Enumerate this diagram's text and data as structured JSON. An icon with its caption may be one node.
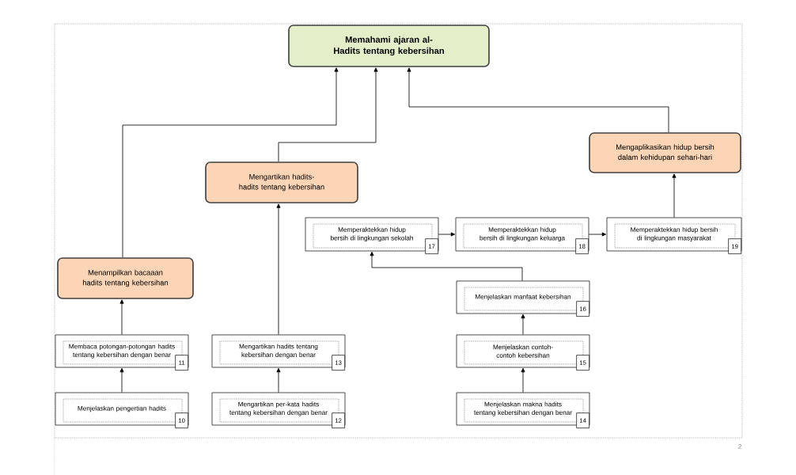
{
  "diagram": {
    "nodes": [
      {
        "text": [
          "Memahami ajaran al-Hadits tentang kebersihan"
        ]
      },
      {
        "text": [
          "Mengaplikasikan hidup bersih dalam kehidupan sehari-hari"
        ]
      },
      {
        "text": [
          "Mengartikan hadits-hadits tentang kebersihan"
        ]
      },
      {
        "text": [
          "Menampilkan bacaaan hadits tentang kebersihan"
        ]
      },
      {
        "text": [
          "Memperaktekkan hidup bersih di lingkungan sekolah",
          "17"
        ]
      },
      {
        "text": [
          "Memperaktekkan hidup bersih di lingkungan keluarga",
          "18"
        ]
      },
      {
        "text": [
          "Memperaktekkan hidup bersih di lingkungan masyarakat",
          "19"
        ]
      },
      {
        "text": [
          "Menjelaskan manfaat kebersihan",
          "16"
        ]
      },
      {
        "text": [
          "Membaca potongan-potongan hadits tentang kebersihan dengan benar",
          "11"
        ]
      },
      {
        "text": [
          "Mengartikan hadits tentang kebersihan dengan benar",
          "13"
        ]
      },
      {
        "text": [
          "Menjelaskan contoh-contoh kebersihan",
          "15"
        ]
      },
      {
        "text": [
          "Menjelaskan pengertian hadits",
          "10"
        ]
      },
      {
        "text": [
          "Mengartikan per-kata hadits tentang kebersihan dengan benar",
          "12"
        ]
      },
      {
        "text": [
          "Menjelaskan makna hadits tentang kebersihan dengan benar",
          "14"
        ]
      }
    ],
    "edges": [
      {
        "from": 11,
        "to": 8,
        "arrow": "to"
      },
      {
        "from": 8,
        "to": 3,
        "arrow": "to"
      },
      {
        "from": 3,
        "to": 0,
        "arrow": "to"
      },
      {
        "from": 12,
        "to": 9,
        "arrow": "to"
      },
      {
        "from": 9,
        "to": 2,
        "arrow": "to"
      },
      {
        "from": 2,
        "to": 0,
        "arrow": "to"
      },
      {
        "from": 6,
        "to": 1,
        "arrow": "to"
      },
      {
        "from": 1,
        "to": 0,
        "arrow": "to"
      },
      {
        "from": 13,
        "to": 10,
        "arrow": "to"
      },
      {
        "from": 10,
        "to": 7,
        "arrow": "to"
      },
      {
        "from": 7,
        "to": 4,
        "arrow": "to"
      },
      {
        "from": 4,
        "to": 5,
        "arrow": "to"
      },
      {
        "from": 5,
        "to": 6,
        "arrow": "to"
      }
    ],
    "labels": [
      "2"
    ]
  }
}
